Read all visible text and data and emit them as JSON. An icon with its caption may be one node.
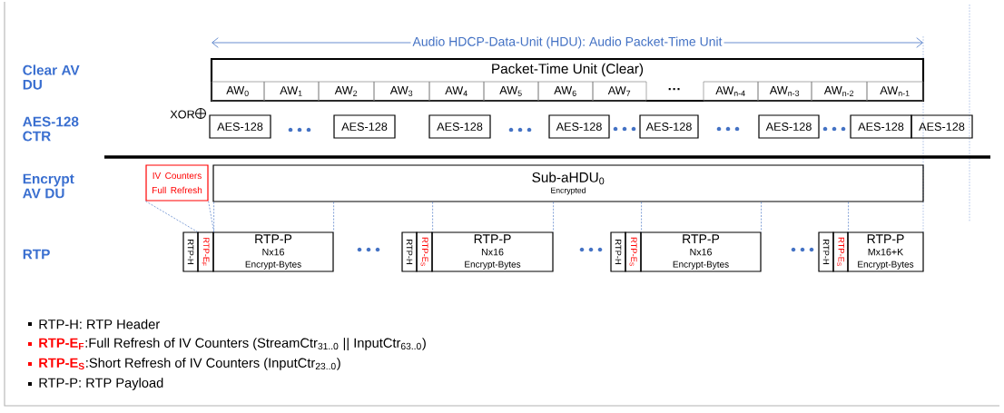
{
  "diagram": {
    "nodes": [
      {
        "text": [
          "Packet-Time Unit (Clear)"
        ]
      },
      {
        "text": [
          "AW$_{0}$"
        ],
        "in": 0
      },
      {
        "text": [
          "AW$_{1}$"
        ],
        "in": 0
      },
      {
        "text": [
          "AW$_{2}$"
        ],
        "in": 0
      },
      {
        "text": [
          "AW$_{3}$"
        ],
        "in": 0
      },
      {
        "text": [
          "AW$_{4}$"
        ],
        "in": 0
      },
      {
        "text": [
          "AW$_{5}$"
        ],
        "in": 0
      },
      {
        "text": [
          "AW$_{6}$"
        ],
        "in": 0
      },
      {
        "text": [
          "AW$_{7}$"
        ],
        "in": 0
      },
      {
        "text": [
          "AW$_{n-4}$"
        ],
        "in": 0
      },
      {
        "text": [
          "AW$_{n-3}$"
        ],
        "in": 0
      },
      {
        "text": [
          "AW$_{n-2}$"
        ],
        "in": 0
      },
      {
        "text": [
          "AW$_{n-1}$"
        ],
        "in": 0
      },
      {
        "text": [
          "AES-128"
        ]
      },
      {
        "text": [
          "AES-128"
        ]
      },
      {
        "text": [
          "AES-128"
        ]
      },
      {
        "text": [
          "AES-128"
        ]
      },
      {
        "text": [
          "AES-128"
        ]
      },
      {
        "text": [
          "AES-128"
        ]
      },
      {
        "text": [
          "AES-128"
        ]
      },
      {
        "text": [
          "AES-128"
        ]
      },
      {
        "text": [
          "IV Counters Full Refresh"
        ]
      },
      {
        "text": [
          "Sub-aHDU$_{0}$",
          "Encrypted"
        ]
      },
      {
        "text": [
          "RTP-H"
        ]
      },
      {
        "text": [
          "RTP-E$_{F}$"
        ]
      },
      {
        "text": [
          "RTP-P",
          "Nx16",
          "Encrypt-Bytes"
        ]
      },
      {
        "text": [
          "RTP-H"
        ]
      },
      {
        "text": [
          "RTP-E$_{S}$"
        ]
      },
      {
        "text": [
          "RTP-P",
          "Nx16",
          "Encrypt-Bytes"
        ]
      },
      {
        "text": [
          "RTP-H"
        ]
      },
      {
        "text": [
          "RTP-E$_{S}$"
        ]
      },
      {
        "text": [
          "RTP-P",
          "Nx16",
          "Encrypt-Bytes"
        ]
      },
      {
        "text": [
          "RTP-H"
        ]
      },
      {
        "text": [
          "RTP-E$_{S}$"
        ]
      },
      {
        "text": [
          "RTP-P",
          "Mx16+K",
          "Encrypt-Bytes"
        ]
      }
    ],
    "edges": [
      {
        "from": 21,
        "to": 24,
        "arrow": "none",
        "style": "dashed",
        "color": "#4472c4"
      },
      {
        "from": 22,
        "to": 24,
        "arrow": "none",
        "style": "dashed",
        "color": "#4472c4"
      },
      {
        "from": 22,
        "to": 25,
        "arrow": "none",
        "style": "dashed",
        "color": "#4472c4"
      },
      {
        "from": 22,
        "to": 27,
        "arrow": "none",
        "style": "dashed",
        "color": "#4472c4"
      },
      {
        "from": 22,
        "to": 28,
        "arrow": "none",
        "style": "dashed",
        "color": "#4472c4"
      },
      {
        "from": 22,
        "to": 30,
        "arrow": "none",
        "style": "dashed",
        "color": "#4472c4"
      },
      {
        "from": 22,
        "to": 31,
        "arrow": "none",
        "style": "dashed",
        "color": "#4472c4"
      },
      {
        "from": 22,
        "to": 33,
        "arrow": "none",
        "style": "dashed",
        "color": "#4472c4"
      }
    ],
    "labels": [
      "Audio HDCP-Data-Unit (HDU): Audio Packet-Time Unit",
      "Clear AV DU",
      "···",
      "XOR",
      "AES-128 CTR",
      "Encrypt AV DU",
      "RTP"
    ],
    "legend": [
      {
        "text": "RTP-H: RTP Header",
        "color": "#000000"
      },
      {
        "text": "**RTP-E$_{F}$**:Full Refresh of IV Counters (StreamCtr$_{31..0}$ || InputCtr$_{63..0}$)",
        "color": "#ff0000"
      },
      {
        "text": "**RTP-E$_{S}$**:Short Refresh of IV Counters (InputCtr$_{23..0}$)",
        "color": "#ff0000"
      },
      {
        "text": "RTP-P: RTP Payload",
        "color": "#000000"
      }
    ]
  }
}
